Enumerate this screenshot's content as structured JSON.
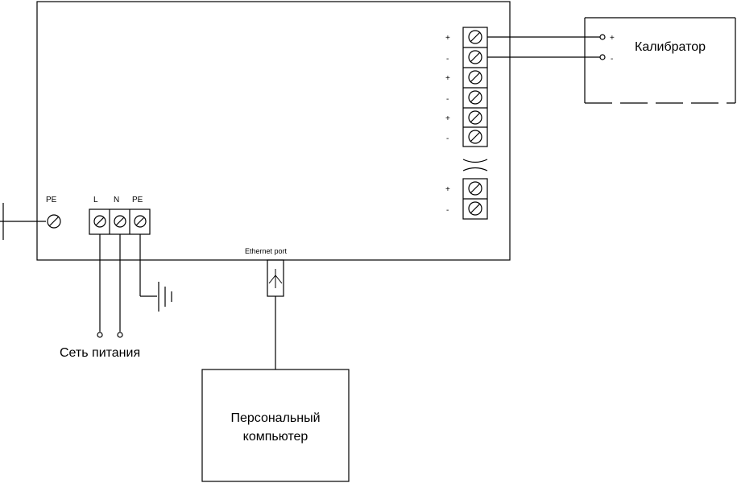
{
  "labels": {
    "pe_left": "PE",
    "terminal_l": "L",
    "terminal_n": "N",
    "terminal_pe": "PE",
    "ethernet_port": "Ethernet port",
    "power_mains": "Сеть питания",
    "pc_line1": "Персональный",
    "pc_line2": "компьютер",
    "calibrator": "Калибратор",
    "cal_plus": "+",
    "cal_minus": "-"
  },
  "terminal_block": {
    "polarities": [
      "+",
      "-",
      "+",
      "-",
      "+",
      "-",
      "+",
      "-"
    ]
  }
}
